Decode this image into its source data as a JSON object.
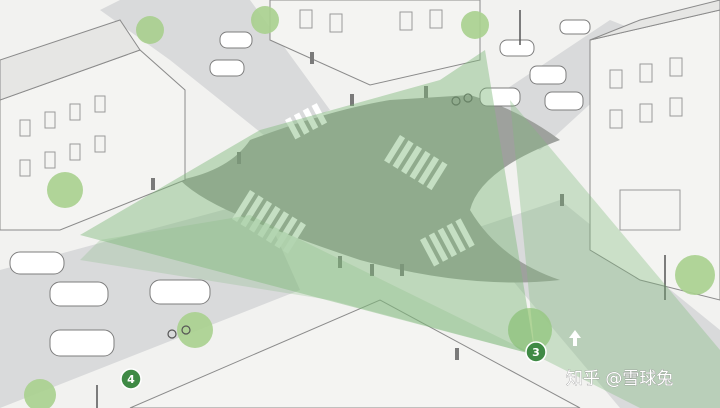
{
  "markers": [
    {
      "label": "3"
    },
    {
      "label": "4"
    }
  ],
  "watermark": {
    "text": "知乎 @雪球兔"
  },
  "colors": {
    "sight_triangle": "#7fb97a",
    "marker": "#3f8a45",
    "road": "#d9dadb",
    "intersection": "#9ea19d",
    "building": "#f4f4f2",
    "tree": "#a9d08e"
  }
}
